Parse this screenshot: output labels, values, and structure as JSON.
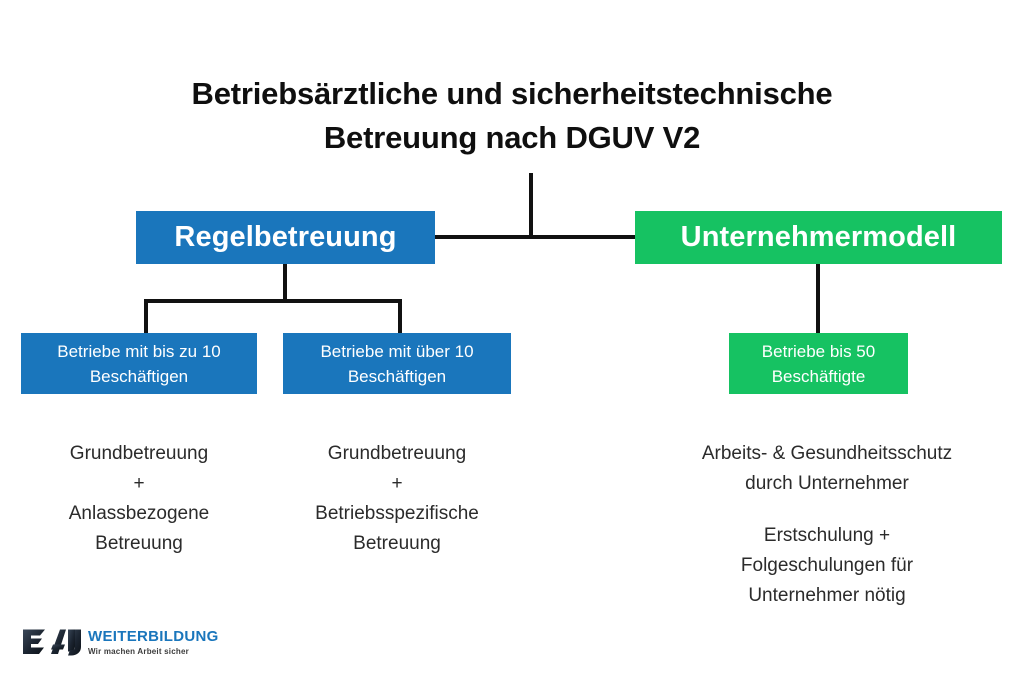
{
  "diagram": {
    "title_line1": "Betriebsärztliche und sicherheitstechnische",
    "title_line2": "Betreuung nach DGUV V2",
    "colors": {
      "blue": "#1a76bc",
      "green": "#16c262",
      "connector": "#111111",
      "title_text": "#0f0f0f",
      "body_text": "#2b2b2b",
      "background": "#ffffff"
    },
    "branches": [
      {
        "id": "regelbetreuung",
        "label": "Regelbetreuung",
        "color": "#1a76bc",
        "children": [
          {
            "id": "bis-zu-10",
            "label_line1": "Betriebe mit bis zu 10",
            "label_line2": "Beschäftigen",
            "description": [
              "Grundbetreuung",
              "+",
              "Anlassbezogene",
              "Betreuung"
            ]
          },
          {
            "id": "ueber-10",
            "label_line1": "Betriebe mit über 10",
            "label_line2": "Beschäftigen",
            "description": [
              "Grundbetreuung",
              "+",
              "Betriebsspezifische",
              "Betreuung"
            ]
          }
        ]
      },
      {
        "id": "unternehmermodell",
        "label": "Unternehmermodell",
        "color": "#16c262",
        "children": [
          {
            "id": "bis-50",
            "label_line1": "Betriebe bis 50",
            "label_line2": "Beschäftigte",
            "description_block1": [
              "Arbeits- & Gesundheitsschutz",
              "durch Unternehmer"
            ],
            "description_block2": [
              "Erstschulung +",
              "Folgeschulungen für",
              "Unternehmer nötig"
            ]
          }
        ]
      }
    ]
  },
  "logo": {
    "mark_name": "bau-monogram",
    "title": "WEITERBILDUNG",
    "tagline": "Wir machen Arbeit sicher"
  }
}
